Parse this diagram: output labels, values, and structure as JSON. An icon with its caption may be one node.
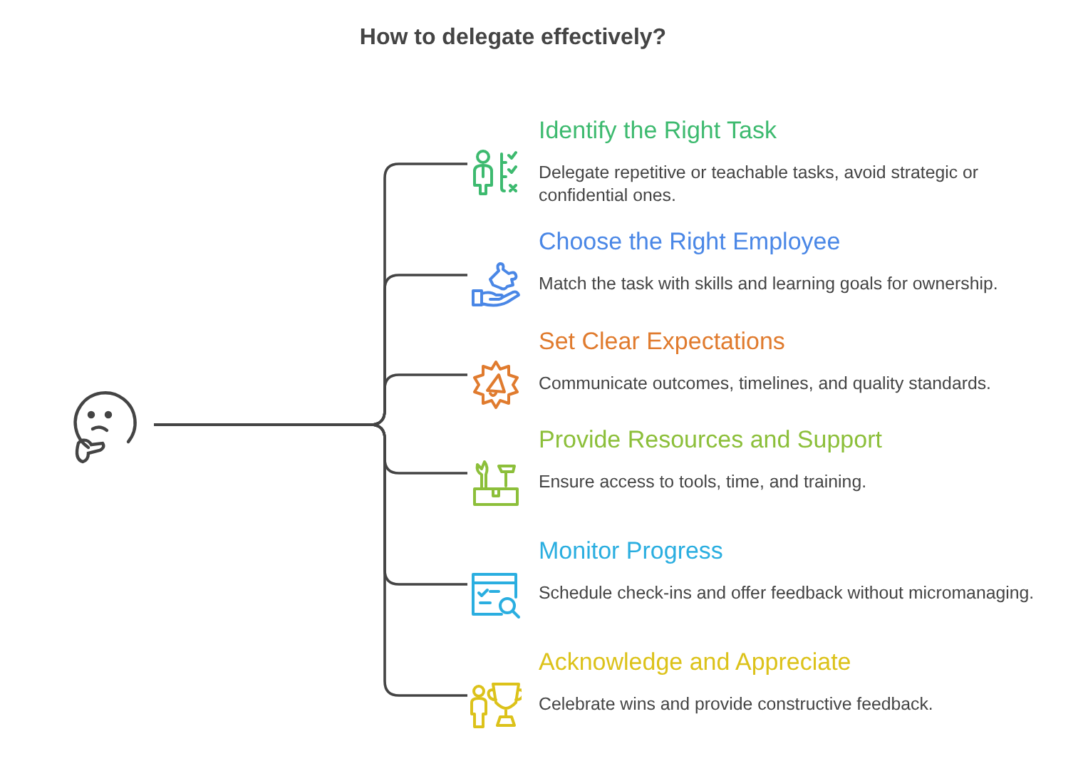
{
  "diagram": {
    "title": "How to delegate effectively?",
    "nodes": [
      {
        "text": [],
        "shape": "picture"
      },
      {
        "text": [
          "Identify the Right Task",
          "Delegate repetitive or teachable tasks, avoid strategic or confidential ones."
        ]
      },
      {
        "text": [
          "Choose the Right Employee",
          "Match the task with skills and learning goals for ownership."
        ]
      },
      {
        "text": [
          "Set Clear Expectations",
          "Communicate outcomes, timelines, and quality standards."
        ]
      },
      {
        "text": [
          "Provide Resources and Support",
          "Ensure access to tools, time, and training."
        ]
      },
      {
        "text": [
          "Monitor Progress",
          "Schedule check-ins and offer feedback without micromanaging."
        ]
      },
      {
        "text": [
          "Acknowledge and Appreciate",
          "Celebrate wins and provide constructive feedback."
        ]
      }
    ],
    "edges": [
      {
        "from": 0,
        "to": 1,
        "arrow": "none"
      },
      {
        "from": 0,
        "to": 2,
        "arrow": "none"
      },
      {
        "from": 0,
        "to": 3,
        "arrow": "none"
      },
      {
        "from": 0,
        "to": 4,
        "arrow": "none"
      },
      {
        "from": 0,
        "to": 5,
        "arrow": "none"
      },
      {
        "from": 0,
        "to": 6,
        "arrow": "none"
      }
    ]
  }
}
